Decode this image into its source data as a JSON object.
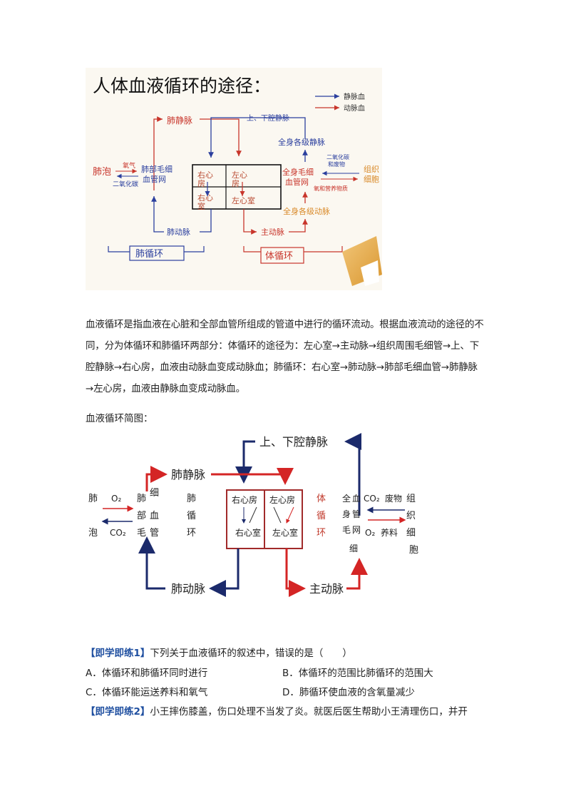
{
  "fig1": {
    "title": "人体血液循环的途径：",
    "legend": [
      {
        "label": "静脉血",
        "color": "#2b3f9e"
      },
      {
        "label": "动脉血",
        "color": "#c8352b"
      }
    ],
    "pulmonary_vein": "肺静脉",
    "vena_cava": "上、下腔静脉",
    "body_veins": "全身各级静脉",
    "alveoli": "肺泡",
    "oxygen": "氧气",
    "co2": "二氧化碳",
    "lung_cap_1": "肺部毛细",
    "lung_cap_2": "血管网",
    "ra_1": "右心",
    "ra_2": "房",
    "la_1": "左心",
    "la_2": "房",
    "rv_1": "右心",
    "rv_2": "室",
    "lv": "左心室",
    "body_cap_1": "全身毛细",
    "body_cap_2": "血管网",
    "co2_waste_1": "二氧化碳",
    "co2_waste_2": "和废物",
    "o2_nutrients": "氧和营养物质",
    "tissue_1": "组织",
    "tissue_2": "细胞",
    "body_arteries": "全身各级动脉",
    "pulmonary_artery": "肺动脉",
    "aorta": "主动脉",
    "pulmonary_circ": "肺循环",
    "systemic_circ": "体循环"
  },
  "paragraph": "血液循环是指血液在心脏和全部血管所组成的管道中进行的循环流动。根据血液流动的途径的不同，分为体循环和肺循环两部分：体循环的途径为：左心室→主动脉→组织周围毛细管→上、下腔静脉→右心房，血液由动脉血变成动脉血；肺循环：右心室→肺动脉→肺部毛细血管→肺静脉→左心房，血液由静脉血变成动脉血。",
  "sketch_label": "血液循环简图：",
  "fig2": {
    "vena_cava": "上、下腔静脉",
    "pulmonary_vein": "肺静脉",
    "pulmonary_artery": "肺动脉",
    "aorta": "主动脉",
    "lung_1": "肺",
    "lung_2": "泡",
    "o2": "O₂",
    "co2": "CO₂",
    "lc_col1": [
      "肺",
      "部",
      "毛"
    ],
    "lc_col2": [
      "细",
      "血",
      "管"
    ],
    "pulm_circ": [
      "肺",
      "循",
      "环"
    ],
    "ra": "右心房",
    "la": "左心房",
    "rv": "右心室",
    "lv": "左心室",
    "sys_circ": [
      "体",
      "循",
      "环"
    ],
    "bc_col1": [
      "全",
      "身",
      "毛",
      "细"
    ],
    "bc_col2": [
      "血",
      "管",
      "网"
    ],
    "co2_r": "CO₂",
    "waste": "废物",
    "o2_r": "O₂",
    "nutrients": "养料",
    "tissue": [
      "组",
      "织",
      "细",
      "胞"
    ]
  },
  "exercise1": {
    "tag": "【即学即练1】",
    "question": "下列关于血液循环的叙述中，错误的是（　　）",
    "options": {
      "A": "A．体循环和肺循环同时进行",
      "B": "B．体循环的范围比肺循环的范围大",
      "C": "C．体循环能运送养料和氧气",
      "D": "D．肺循环使血液的含氧量减少"
    }
  },
  "exercise2": {
    "tag": "【即学即练2】",
    "text": "小王摔伤膝盖，伤口处理不当发了炎。就医后医生帮助小王清理伤口，并开"
  }
}
